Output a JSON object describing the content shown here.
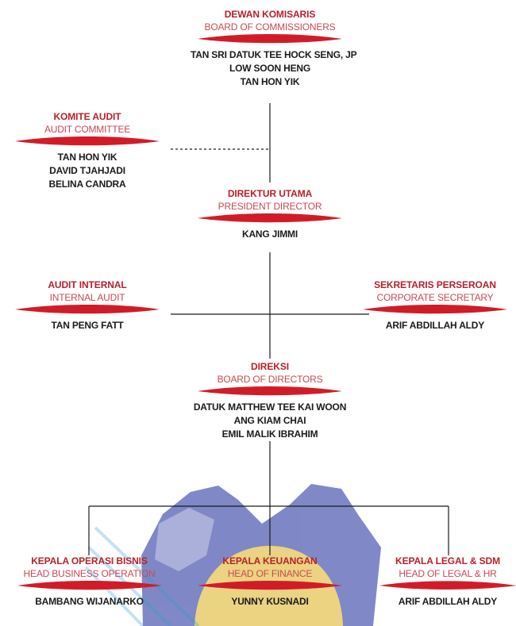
{
  "colors": {
    "title": "#b8202a",
    "subtitle": "#c94a52",
    "swoosh": "#d11c27",
    "names": "#1a1a1a",
    "connector": "#1a1a1a",
    "gear": "#6e77bf",
    "gear_center": "#f6dc7a",
    "stripe": "#2d9bd6"
  },
  "nodes": {
    "board_of_commissioners": {
      "title": "DEWAN KOMISARIS",
      "subtitle": "BOARD OF COMMISSIONERS",
      "members": [
        "TAN SRI DATUK TEE HOCK SENG, JP",
        "LOW SOON HENG",
        "TAN HON YIK"
      ]
    },
    "audit_committee": {
      "title": "KOMITE AUDIT",
      "subtitle": "AUDIT COMMITTEE",
      "members": [
        "TAN HON YIK",
        "DAVID TJAHJADI",
        "BELINA CANDRA"
      ]
    },
    "president_director": {
      "title": "DIREKTUR UTAMA",
      "subtitle": "PRESIDENT DIRECTOR",
      "members": [
        "KANG JIMMI"
      ]
    },
    "internal_audit": {
      "title": "AUDIT INTERNAL",
      "subtitle": "INTERNAL AUDIT",
      "members": [
        "TAN PENG FATT"
      ]
    },
    "corporate_secretary": {
      "title": "SEKRETARIS PERSEROAN",
      "subtitle": "CORPORATE SECRETARY",
      "members": [
        "ARIF ABDILLAH ALDY"
      ]
    },
    "board_of_directors": {
      "title": "DIREKSI",
      "subtitle": "BOARD OF DIRECTORS",
      "members": [
        "DATUK MATTHEW TEE KAI WOON",
        "ANG KIAM CHAI",
        "EMIL MALIK IBRAHIM"
      ]
    },
    "head_business_operation": {
      "title": "KEPALA OPERASI BISNIS",
      "subtitle": "HEAD BUSINESS OPERATION",
      "members": [
        "BAMBANG WIJANARKO"
      ]
    },
    "head_of_finance": {
      "title": "KEPALA KEUANGAN",
      "subtitle": "HEAD OF FINANCE",
      "members": [
        "YUNNY KUSNADI"
      ]
    },
    "head_of_legal_hr": {
      "title": "KEPALA LEGAL & SDM",
      "subtitle": "HEAD OF LEGAL & HR",
      "members": [
        "ARIF ABDILLAH ALDY"
      ]
    }
  }
}
